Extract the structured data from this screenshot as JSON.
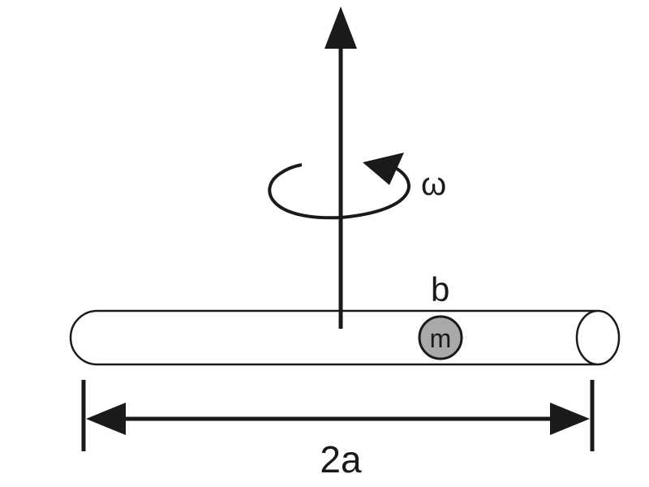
{
  "labels": {
    "angular_velocity": "ω",
    "position": "b",
    "mass": "m",
    "length": "2a"
  },
  "colors": {
    "stroke": "#1a1a1a",
    "mass_fill": "#a9a9a9",
    "background": "#ffffff"
  }
}
